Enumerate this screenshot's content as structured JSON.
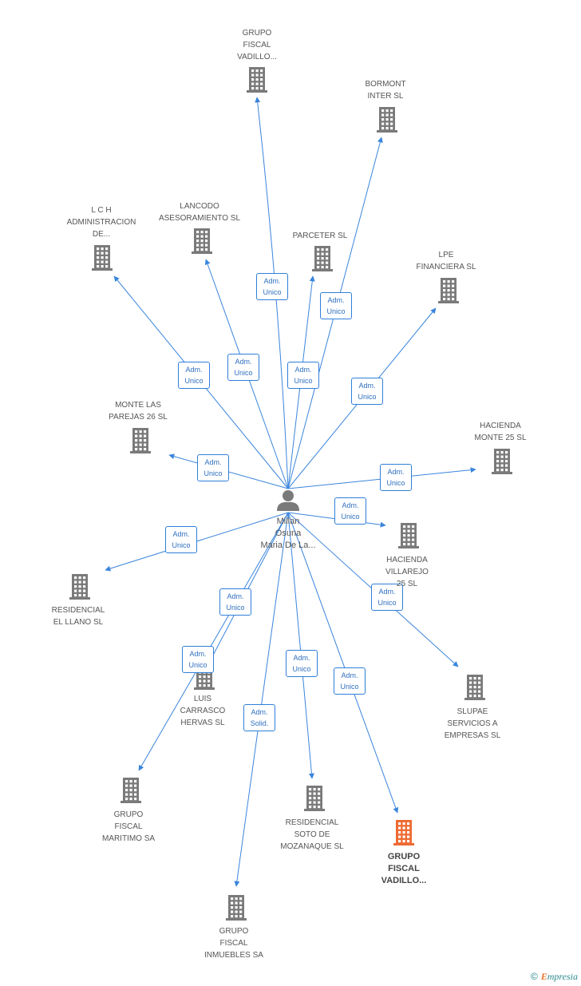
{
  "colors": {
    "edge": "#3a85dc",
    "building": "#7a7a7a",
    "highlight": "#ee6a33",
    "person": "#7a7a7a"
  },
  "center": {
    "label": "Millan\nOsuna\nMaria De La..."
  },
  "nodes": [
    {
      "id": "n1",
      "label": "GRUPO\nFISCAL\nVADILLO...",
      "highlight": false
    },
    {
      "id": "n2",
      "label": "BORMONT\nINTER SL",
      "highlight": false
    },
    {
      "id": "n3",
      "label": "L C H\nADMINISTRACION\nDE...",
      "highlight": false
    },
    {
      "id": "n4",
      "label": "LANCODO\nASESORAMIENTO SL",
      "highlight": false
    },
    {
      "id": "n5",
      "label": "PARCETER SL",
      "highlight": false
    },
    {
      "id": "n6",
      "label": "LPE\nFINANCIERA SL",
      "highlight": false
    },
    {
      "id": "n7",
      "label": "MONTE LAS\nPAREJAS 26 SL",
      "highlight": false
    },
    {
      "id": "n8",
      "label": "HACIENDA\nMONTE 25 SL",
      "highlight": false
    },
    {
      "id": "n9",
      "label": "HACIENDA\nVILLAREJO\n25 SL",
      "highlight": false
    },
    {
      "id": "n10",
      "label": "RESIDENCIAL\nEL LLANO SL",
      "highlight": false
    },
    {
      "id": "n11",
      "label": "LUIS\nCARRASCO\nHERVAS SL",
      "highlight": false
    },
    {
      "id": "n12",
      "label": "SLUPAE\nSERVICIOS A\nEMPRESAS SL",
      "highlight": false
    },
    {
      "id": "n13",
      "label": "GRUPO\nFISCAL\nMARITIMO SA",
      "highlight": false
    },
    {
      "id": "n14",
      "label": "RESIDENCIAL\nSOTO DE\nMOZANAQUE SL",
      "highlight": false
    },
    {
      "id": "n15",
      "label": "GRUPO\nFISCAL\nVADILLO...",
      "highlight": true
    },
    {
      "id": "n16",
      "label": "GRUPO\nFISCAL\nINMUEBLES SA",
      "highlight": false
    }
  ],
  "edges": [
    {
      "to": "n1",
      "label": "Adm.\nUnico"
    },
    {
      "to": "n2",
      "label": "Adm.\nUnico"
    },
    {
      "to": "n3",
      "label": "Adm.\nUnico"
    },
    {
      "to": "n4",
      "label": "Adm.\nUnico"
    },
    {
      "to": "n5",
      "label": "Adm.\nUnico"
    },
    {
      "to": "n6",
      "label": "Adm.\nUnico"
    },
    {
      "to": "n7",
      "label": "Adm.\nUnico"
    },
    {
      "to": "n8",
      "label": "Adm.\nUnico"
    },
    {
      "to": "n9",
      "label": "Adm.\nUnico"
    },
    {
      "to": "n10",
      "label": "Adm.\nUnico"
    },
    {
      "to": "n11",
      "label": "Adm.\nUnico"
    },
    {
      "to": "n12",
      "label": "Adm.\nUnico"
    },
    {
      "to": "n13",
      "label": "Adm.\nUnico"
    },
    {
      "to": "n14",
      "label": "Adm.\nUnico"
    },
    {
      "to": "n15",
      "label": "Adm.\nUnico"
    },
    {
      "to": "n16",
      "label": "Adm.\nSolid."
    }
  ],
  "footer": {
    "copyright": "©",
    "brand_e": "E",
    "brand_rest": "mpresia"
  }
}
